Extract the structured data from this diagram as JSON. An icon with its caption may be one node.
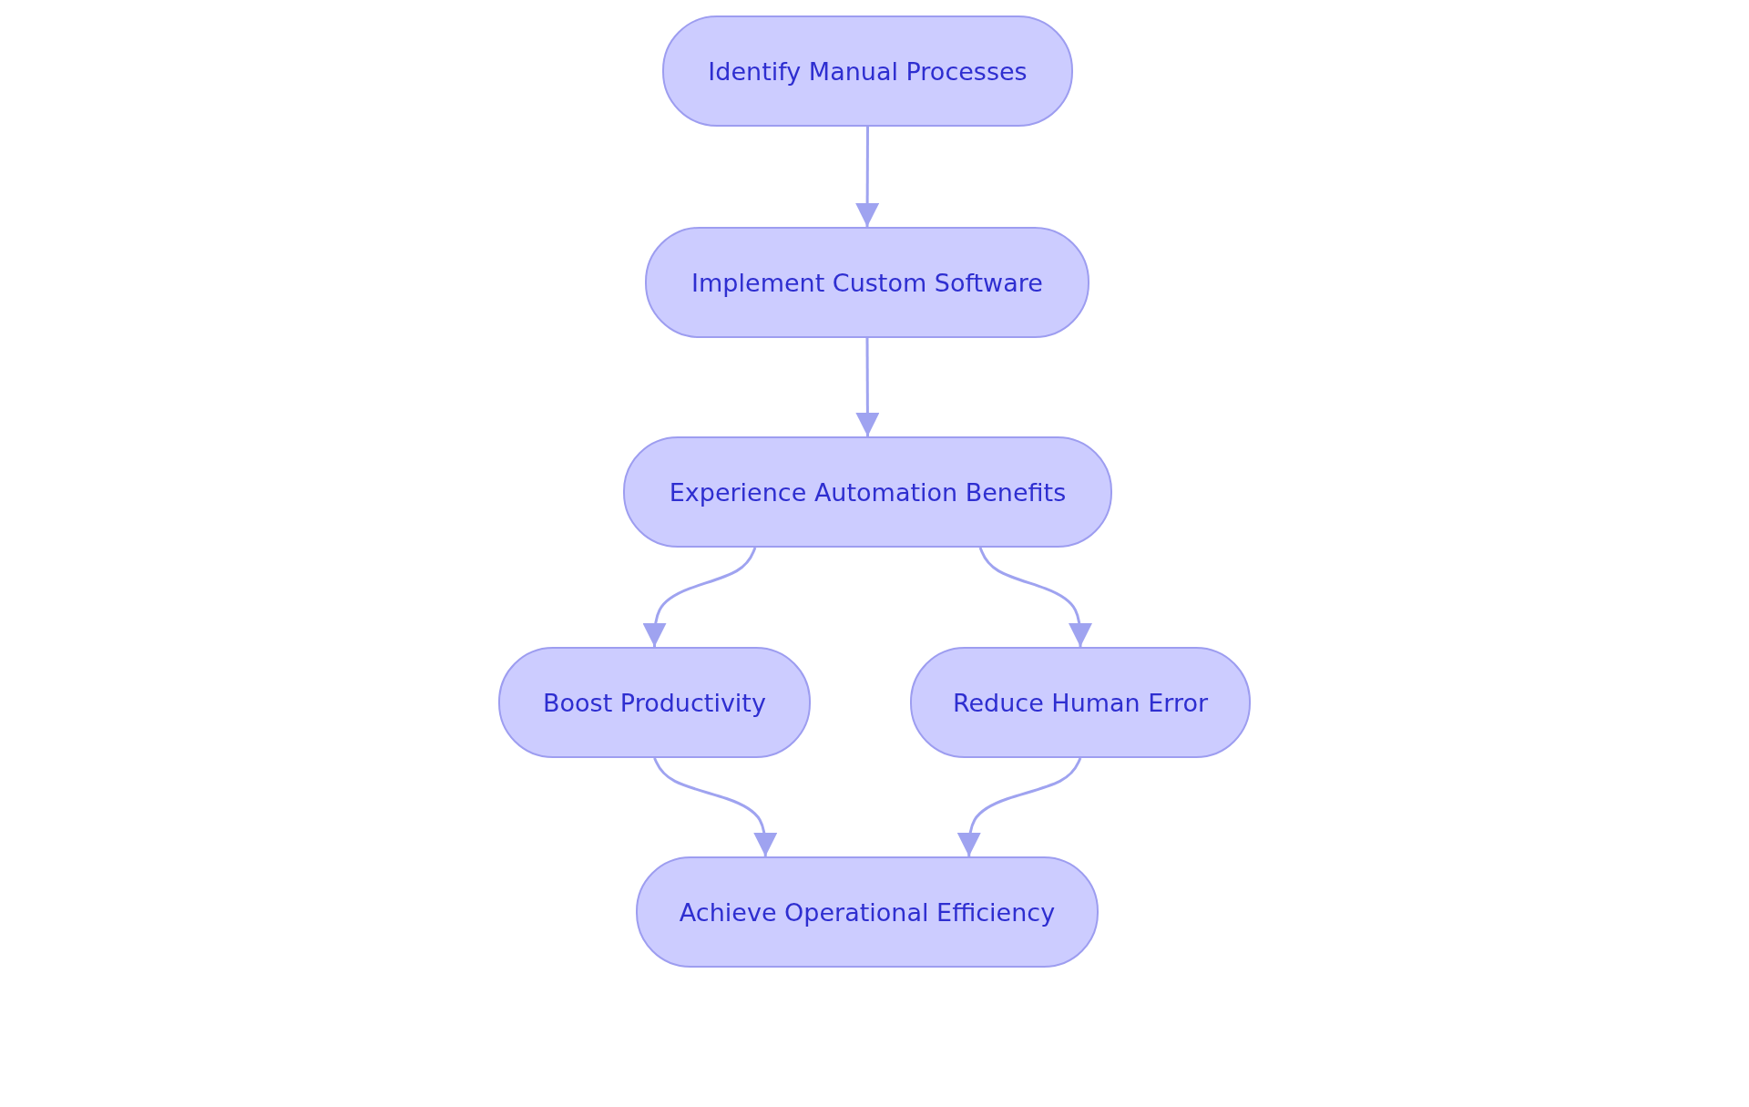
{
  "diagram": {
    "nodes": [
      {
        "text": [
          "Identify Manual Processes"
        ]
      },
      {
        "text": [
          "Implement Custom Software"
        ]
      },
      {
        "text": [
          "Experience Automation Benefits"
        ]
      },
      {
        "text": [
          "Boost Productivity"
        ]
      },
      {
        "text": [
          "Reduce Human Error"
        ]
      },
      {
        "text": [
          "Achieve Operational Efficiency"
        ]
      }
    ],
    "edges": [
      {
        "from": 0,
        "to": 1,
        "arrow": "to"
      },
      {
        "from": 1,
        "to": 2,
        "arrow": "to"
      },
      {
        "from": 2,
        "to": 3,
        "arrow": "to"
      },
      {
        "from": 2,
        "to": 4,
        "arrow": "to"
      },
      {
        "from": 3,
        "to": 5,
        "arrow": "to"
      },
      {
        "from": 4,
        "to": 5,
        "arrow": "to"
      }
    ]
  }
}
